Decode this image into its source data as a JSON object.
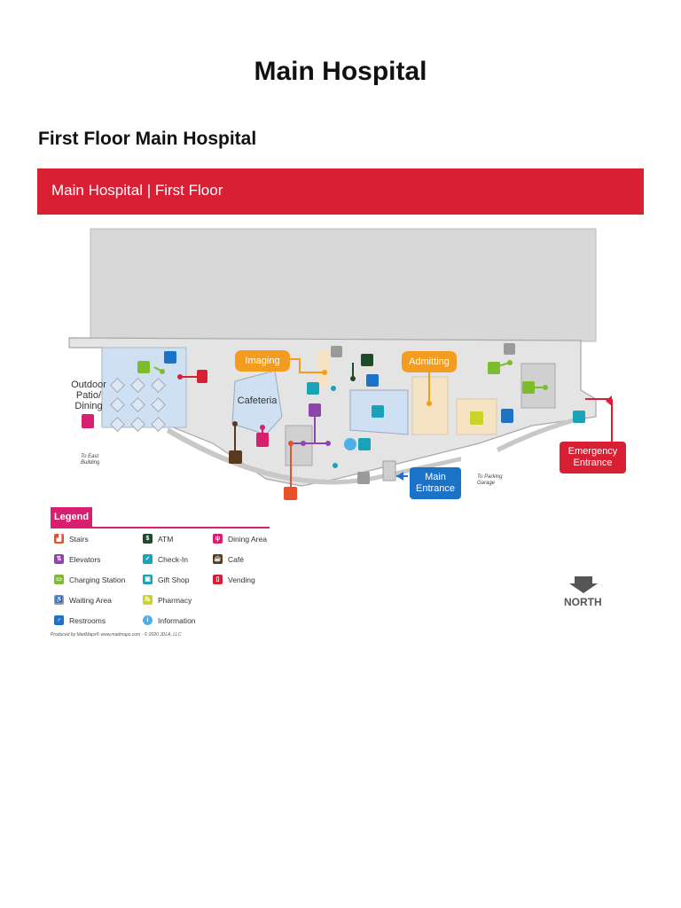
{
  "page": {
    "title": "Main Hospital",
    "section_title": "First Floor Main Hospital"
  },
  "map": {
    "banner": "Main Hospital | First Floor",
    "labels": {
      "outdoor": "Outdoor Patio/ Dining",
      "cafeteria": "Cafeteria",
      "imaging": "Imaging",
      "admitting": "Admitting",
      "main_entrance": "Main Entrance",
      "emergency_entrance": "Emergency Entrance",
      "to_east_building": "To East Building",
      "to_parking_garage": "To Parking Garage",
      "north": "NORTH"
    },
    "colors": {
      "banner": "#d81f34",
      "imaging": "#f39c1f",
      "admitting": "#f39c1f",
      "main_entrance": "#1b73c8",
      "emergency": "#d81f34",
      "legend_accent": "#d81f70"
    }
  },
  "legend": {
    "title": "Legend",
    "items": [
      {
        "label": "Stairs",
        "icon": "stairs-icon",
        "color": "#e8502a"
      },
      {
        "label": "Elevators",
        "icon": "elevator-icon",
        "color": "#8e44ad"
      },
      {
        "label": "Charging Station",
        "icon": "charging-station-icon",
        "color": "#7dbd2d"
      },
      {
        "label": "Waiting Area",
        "icon": "waiting-area-icon",
        "color": "#9a9a9a"
      },
      {
        "label": "Restrooms",
        "icon": "restroom-icon",
        "color": "#1b73c8"
      },
      {
        "label": "ATM",
        "icon": "atm-icon",
        "color": "#1f4a2a"
      },
      {
        "label": "Check-In",
        "icon": "check-in-icon",
        "color": "#1aa3b8"
      },
      {
        "label": "Gift Shop",
        "icon": "gift-shop-icon",
        "color": "#1aa3b8"
      },
      {
        "label": "Pharmacy",
        "icon": "pharmacy-icon",
        "color": "#c9d32a"
      },
      {
        "label": "Information",
        "icon": "information-icon",
        "color": "#4fb0e8"
      },
      {
        "label": "Dining Area",
        "icon": "dining-icon",
        "color": "#d81f70"
      },
      {
        "label": "Café",
        "icon": "cafe-icon",
        "color": "#5a3a1e"
      },
      {
        "label": "Vending",
        "icon": "vending-icon",
        "color": "#d81f34"
      }
    ],
    "credit": "Produced by MadMaps® www.madmaps.com · © 2020 JDLA, LLC"
  }
}
